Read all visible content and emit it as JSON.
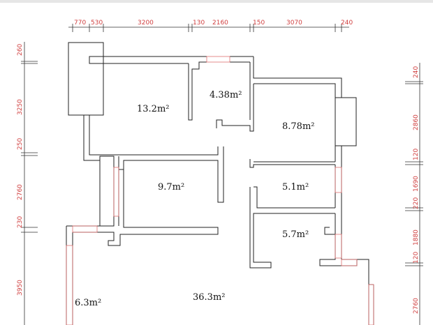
{
  "top_dimensions": [
    "770",
    "530",
    "3200",
    "130",
    "2160",
    "150",
    "3070",
    "240"
  ],
  "left_dimensions": [
    "260",
    "3250",
    "250",
    "2760",
    "230",
    "3950"
  ],
  "right_dimensions": [
    "240",
    "2860",
    "120",
    "1690",
    "220",
    "1880",
    "120",
    "2760"
  ],
  "rooms": [
    {
      "label": "13.2m²"
    },
    {
      "label": "4.38m²"
    },
    {
      "label": "8.78m²"
    },
    {
      "label": "9.7m²"
    },
    {
      "label": "5.1m²"
    },
    {
      "label": "5.7m²"
    },
    {
      "label": "6.3m²"
    },
    {
      "label": "36.3m²"
    }
  ],
  "colors": {
    "dimension_text": "#d04040",
    "wall": "#222222",
    "window": "#e07070"
  }
}
